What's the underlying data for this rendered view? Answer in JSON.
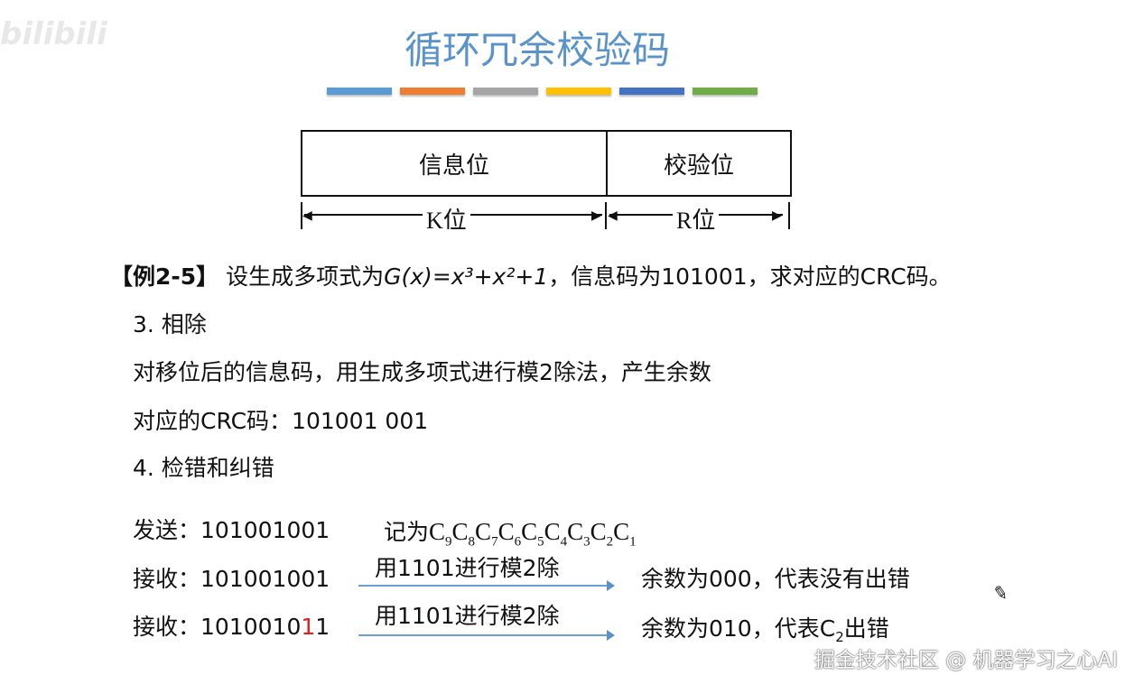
{
  "watermark_logo": "bilibili",
  "title": "循环冗余校验码",
  "bar_colors": [
    "#5b9bd5",
    "#ed7d31",
    "#a5a5a5",
    "#ffc000",
    "#4472c4",
    "#70ad47"
  ],
  "table": {
    "info": "信息位",
    "check": "校验位",
    "k": "K位",
    "r": "R位"
  },
  "example": {
    "tag": "【例2-5】",
    "text_pre": "设生成多项式为",
    "poly": "G(x)=x³+x²+1",
    "text_post": "，信息码为101001，求对应的CRC码。"
  },
  "step3": {
    "heading": "3. 相除",
    "desc": "对移位后的信息码，用生成多项式进行模2除法，产生余数",
    "crc": "对应的CRC码：101001 001"
  },
  "step4": {
    "heading": "4. 检错和纠错"
  },
  "send": {
    "label": "发送：",
    "value": "101001001",
    "note": "记为",
    "c": [
      "9",
      "8",
      "7",
      "6",
      "5",
      "4",
      "3",
      "2",
      "1"
    ]
  },
  "recv1": {
    "label": "接收：",
    "value": "101001001",
    "op": "用1101进行模2除",
    "result": "余数为000，代表没有出错"
  },
  "recv2": {
    "label": "接收：",
    "value_a": "1010010",
    "value_err": "1",
    "value_b": "1",
    "op": "用1101进行模2除",
    "result_pre": "余数为010，代表C",
    "result_sub": "2",
    "result_post": "出错",
    "error_color": "#e02020"
  },
  "credit": "掘金技术社区 @ 机器学习之心AI"
}
